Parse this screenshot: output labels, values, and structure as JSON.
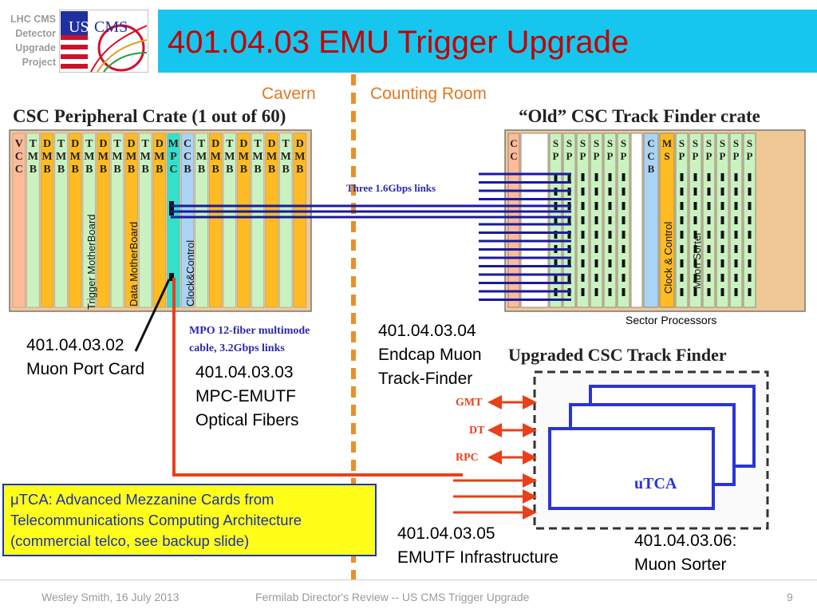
{
  "header": {
    "project_lines": [
      "LHC CMS",
      "Detector",
      "Upgrade",
      "Project"
    ],
    "logo_text": {
      "us": "US",
      "cms": "CMS"
    },
    "title": "401.04.03 EMU Trigger Upgrade"
  },
  "regions": {
    "cavern": "Cavern",
    "counting_room": "Counting Room"
  },
  "peripheral_crate": {
    "title": "CSC Peripheral Crate (1 out of 60)",
    "boards": [
      {
        "lines": [
          "V",
          "C",
          "C"
        ],
        "color": "#ffbb99"
      },
      {
        "lines": [
          "T",
          "M",
          "B"
        ],
        "color": "#c9f2c0"
      },
      {
        "lines": [
          "D",
          "M",
          "B"
        ],
        "color": "#ffbb22"
      },
      {
        "lines": [
          "T",
          "M",
          "B"
        ],
        "color": "#c9f2c0"
      },
      {
        "lines": [
          "D",
          "M",
          "B"
        ],
        "color": "#ffbb22"
      },
      {
        "lines": [
          "T",
          "M",
          "B"
        ],
        "color": "#c9f2c0"
      },
      {
        "lines": [
          "D",
          "M",
          "B"
        ],
        "color": "#ffbb22"
      },
      {
        "lines": [
          "T",
          "M",
          "B"
        ],
        "color": "#c9f2c0"
      },
      {
        "lines": [
          "D",
          "M",
          "B"
        ],
        "color": "#ffbb22"
      },
      {
        "lines": [
          "T",
          "M",
          "B"
        ],
        "color": "#c9f2c0"
      },
      {
        "lines": [
          "D",
          "M",
          "B"
        ],
        "color": "#ffbb22"
      },
      {
        "lines": [
          "M",
          "P",
          "C"
        ],
        "color": "#33e0cc"
      },
      {
        "lines": [
          "C",
          "C",
          "B"
        ],
        "color": "#aad4f5"
      },
      {
        "lines": [
          "T",
          "M",
          "B"
        ],
        "color": "#c9f2c0"
      },
      {
        "lines": [
          "D",
          "M",
          "B"
        ],
        "color": "#ffbb22"
      },
      {
        "lines": [
          "T",
          "M",
          "B"
        ],
        "color": "#c9f2c0"
      },
      {
        "lines": [
          "D",
          "M",
          "B"
        ],
        "color": "#ffbb22"
      },
      {
        "lines": [
          "T",
          "M",
          "B"
        ],
        "color": "#c9f2c0"
      },
      {
        "lines": [
          "D",
          "M",
          "B"
        ],
        "color": "#ffbb22"
      },
      {
        "lines": [
          "T",
          "M",
          "B"
        ],
        "color": "#c9f2c0"
      },
      {
        "lines": [
          "D",
          "M",
          "B"
        ],
        "color": "#ffbb22"
      }
    ],
    "vertical_labels": {
      "trigger": "Trigger MotherBoard",
      "data": "Data MotherBoard",
      "clock": "Clock&Control"
    }
  },
  "links_label": "Three 1.6Gbps links",
  "fiber_label": [
    "MPO 12-fiber multimode",
    "cable,  3.2Gbps links"
  ],
  "old_crate": {
    "title": "“Old” CSC Track Finder crate",
    "boards": [
      {
        "lines": [
          "C",
          "C"
        ],
        "color": "#ffbb99"
      },
      {
        "lines": [],
        "color": "#ffffff"
      },
      {
        "lines": [
          "S",
          "P"
        ],
        "color": "#c9f2c0"
      },
      {
        "lines": [
          "S",
          "P"
        ],
        "color": "#c9f2c0"
      },
      {
        "lines": [
          "S",
          "P"
        ],
        "color": "#c9f2c0"
      },
      {
        "lines": [
          "S",
          "P"
        ],
        "color": "#c9f2c0"
      },
      {
        "lines": [
          "S",
          "P"
        ],
        "color": "#c9f2c0"
      },
      {
        "lines": [
          "S",
          "P"
        ],
        "color": "#c9f2c0"
      },
      {
        "lines": [],
        "color": "#ffffff"
      },
      {
        "lines": [
          "C",
          "C",
          "B"
        ],
        "color": "#aad4f5"
      },
      {
        "lines": [
          "M",
          "S"
        ],
        "color": "#ffbb22"
      },
      {
        "lines": [
          "S",
          "P"
        ],
        "color": "#c9f2c0"
      },
      {
        "lines": [
          "S",
          "P"
        ],
        "color": "#c9f2c0"
      },
      {
        "lines": [
          "S",
          "P"
        ],
        "color": "#c9f2c0"
      },
      {
        "lines": [
          "S",
          "P"
        ],
        "color": "#c9f2c0"
      },
      {
        "lines": [
          "S",
          "P"
        ],
        "color": "#c9f2c0"
      },
      {
        "lines": [
          "S",
          "P"
        ],
        "color": "#c9f2c0"
      }
    ],
    "vertical_labels": {
      "clock": "Clock & Control",
      "sorter": "Muon Sorter"
    },
    "sector_processors": "Sector Processors"
  },
  "upgraded": {
    "title": "Upgraded CSC Track Finder",
    "io_labels": [
      "GMT",
      "DT",
      "RPC"
    ],
    "card_label": "uTCA"
  },
  "labels": {
    "muon_port_card": [
      "401.04.03.02",
      "Muon Port Card"
    ],
    "optical_fibers": [
      "401.04.03.03",
      "MPC-EMUTF",
      "Optical Fibers"
    ],
    "track_finder": [
      "401.04.03.04",
      "Endcap Muon",
      "Track-Finder"
    ],
    "infrastructure": [
      "401.04.03.05",
      "EMUTF Infrastructure"
    ],
    "muon_sorter": [
      "401.04.03.06:",
      "Muon Sorter"
    ]
  },
  "utca_note": [
    "μTCA: Advanced Mezzanine Cards from",
    "Telecommunications Computing Architecture",
    "(commercial telco, see backup slide)"
  ],
  "footer": {
    "left": "Wesley Smith, 16 July 2013",
    "center": "Fermilab Director's Review -- US CMS Trigger Upgrade",
    "page": "9"
  },
  "colors": {
    "title_bar": "#17c6ee",
    "title_text": "#c40000",
    "link_blue": "#1a1aa0",
    "fiber_red": "#e8401a",
    "divider_orange": "#e8902a",
    "note_yellow": "#ffff1a"
  }
}
